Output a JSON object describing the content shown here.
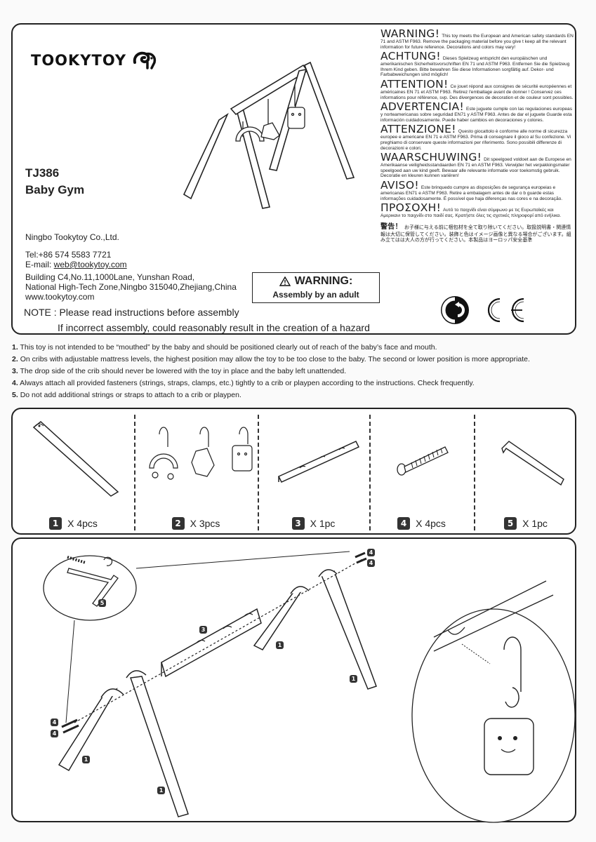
{
  "brand": {
    "name": "TOOKYTOY"
  },
  "product": {
    "model": "TJ386",
    "name": "Baby Gym"
  },
  "company": {
    "name": "Ningbo Tookytoy Co.,Ltd.",
    "tel": "Tel:+86 574 5583 7721",
    "email_label": "E-mail: ",
    "email": "web@tookytoy.com",
    "address1": "Building C4,No.11,1000Lane, Yunshan Road,",
    "address2": "National High-Tech Zone,Ningbo 315040,Zhejiang,China",
    "website": "www.tookytoy.com"
  },
  "assembly_warning": {
    "title": "WARNING:",
    "text": "Assembly by an adult"
  },
  "note": {
    "line1": "NOTE : Please read instructions before assembly",
    "line2": "If incorrect assembly, could reasonably result in the creation of a hazard"
  },
  "warnings": [
    {
      "title": "WARNING!",
      "text": "This toy meets the European and American safety standards EN 71 and ASTM F963. Remove the packaging material before you give t keep all the relevant information for future reference. Decorations and colors may vary!"
    },
    {
      "title": "ACHTUNG!",
      "text": "Dieses Spielzeug entspricht den europäischen und amerikanischen Sicherheitsvorschriften EN 71 und ASTM F963. Entfernen Sie die Spielzeug Ihrem Kind geben. Bitte bewahren Sie diese Informationen sorgfältig auf. Dekor- und Farbabweichungen sind möglich!"
    },
    {
      "title": "ATTENTION!",
      "text": "Ce jouet répond aux consignes de sécurité européennes et américaines EN 71 et ASTM F963. Retirez l'emballage avant de donner ! Conservez ces informations pour référence, svp. Des divergences de decoration et de couleur sont possibles."
    },
    {
      "title": "ADVERTENCIA!",
      "text": "Este juguete cumple con las regulaciones europeas y norteamericanas sobre seguridad EN71 y ASTM F963. Antes de dar el juguete Guarde esta información cuidadosamente. Puede haber cambios en decoraciones y colores."
    },
    {
      "title": "ATTENZIONE!",
      "text": "Questo giocattolo è conforme alle norme di sicurezza europee e americane EN 71 e ASTM F963. Prima di consegnare il gioco al Su confezione. Vi preghiamo di conservare queste informazioni per riferimento. Sono possibili differenze di decorazioni e colori."
    },
    {
      "title": "WAARSCHUWING!",
      "text": "Dit speelgoed voldoet aan de Europese en Amerikaanse veiligheidsstandaarden EN 71 en ASTM F963. Verwijder het verpakkingsmater speelgoed aan uw kind geeft. Bewaar alle relevante informatie voor toekomstig gebruik. Decoratie en kleuren kunnen variëren!"
    },
    {
      "title": "AVISO!",
      "text": "Este brinquedo cumpre as disposições de segurança europeias e americanas EN71 e ASTM F963. Retire a embalagem antes de dar o b guarde estas informações cuidadosamente. É possível que haja diferenças nas cores e na decoração."
    },
    {
      "title": "ΠΡΟΣΟΧΗ!",
      "text": "Αυτό το παιχνίδι είναι σύμφωνο με τις Ευρωπαϊκές και Αμερικανι το παιχνίδι στο παιδί σας. Κρατήστε όλες τις σχετικές πληροφορί από ενήλικα."
    },
    {
      "title": "警告！",
      "text": "お子様に与える前に梱包材を全て取り除いてください。取扱説明書・関連情報は大切に保管してください。装飾と色はイメージ画像と異なる場合がございます。組み立てはは大人の方が行ってください。本製品はヨーロッパ安全基準"
    }
  ],
  "rules": [
    {
      "num": "1.",
      "text": "This toy is not intended to be “mouthed” by the baby and should be positioned clearly out of reach of the baby’s face and mouth."
    },
    {
      "num": "2.",
      "text": "On cribs with adjustable mattress levels, the highest position may allow the toy to be too close to the baby. The second or lower position is more appropriate."
    },
    {
      "num": "3.",
      "text": "The drop side of the crib should never be lowered with the toy in place and the baby left unattended."
    },
    {
      "num": "4.",
      "text": "Always attach all provided fasteners (strings, straps, clamps, etc.) tightly to a crib or playpen according to the instructions. Check frequently."
    },
    {
      "num": "5.",
      "text": "Do not add additional strings or straps to attach to a crib or playpen."
    }
  ],
  "parts": [
    {
      "number": "1",
      "qty": "X 4pcs"
    },
    {
      "number": "2",
      "qty": "X 3pcs"
    },
    {
      "number": "3",
      "qty": "X 1pc"
    },
    {
      "number": "4",
      "qty": "X 4pcs"
    },
    {
      "number": "5",
      "qty": "X 1pc"
    }
  ],
  "assembly_labels": {
    "leg": "1",
    "bar": "3",
    "screw": "4",
    "wrench": "5"
  }
}
